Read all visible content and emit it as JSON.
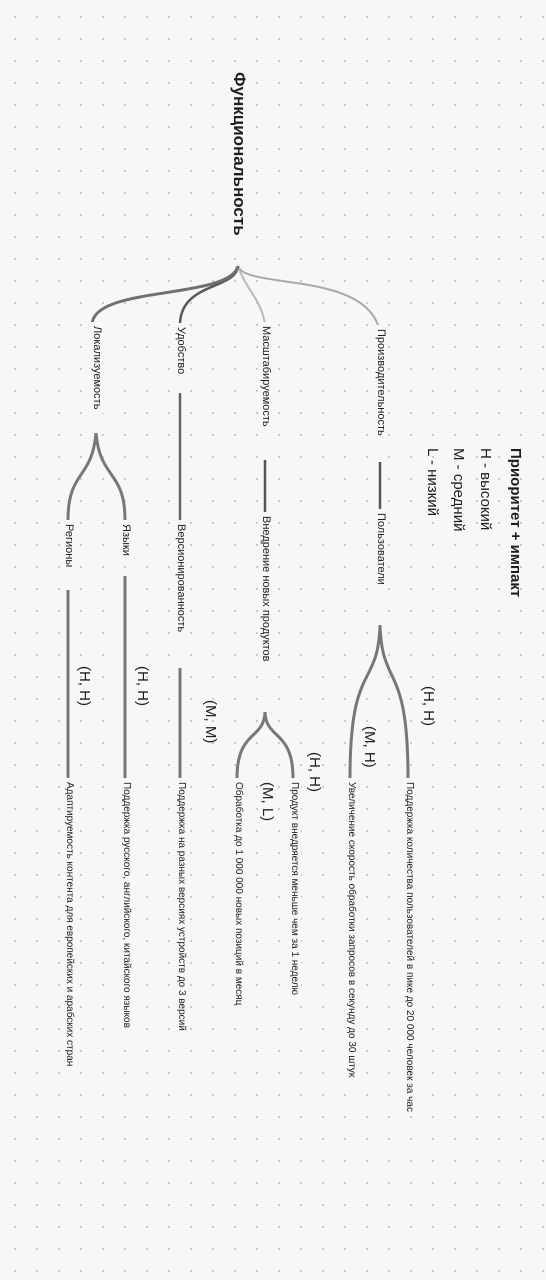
{
  "root": "Функциональность",
  "legend": {
    "title": "Приоритет + импакт",
    "items": [
      "H - высокий",
      "M - средний",
      "L - низкий"
    ]
  },
  "branches": [
    {
      "label": "Производительность",
      "child": "Пользователи",
      "leaves": [
        {
          "text": "Поддержка количества пользователей в пике до 20 000 человек за час",
          "priority": "(H, H)"
        },
        {
          "text": "Увеличение скорость обработки запросов в секунду до 30 штук",
          "priority": "(M, H)"
        }
      ]
    },
    {
      "label": "Масштабируемость",
      "child": "Внедрение новых продуктов",
      "leaves": [
        {
          "text": "Продукт внедряется меньше чем за 1 неделю",
          "priority": "(H, H)"
        },
        {
          "text": "Обработка до 1 000 000 новых позиций в месяц",
          "priority": "(M, L)"
        }
      ]
    },
    {
      "label": "Удобство",
      "child": "Версионированность",
      "leaves": [
        {
          "text": "Поддержка на разных версиях устройств до 3 версий",
          "priority": "(M, M)"
        }
      ]
    },
    {
      "label": "Локализуемость",
      "children": [
        {
          "label": "Языки",
          "leaf": "Поддержка русского, английского, китайского языков",
          "priority": "(H, H)"
        },
        {
          "label": "Регионы",
          "leaf": "Адаптируемость контента для европейских и арабских стран",
          "priority": "(H, H)"
        }
      ]
    }
  ]
}
